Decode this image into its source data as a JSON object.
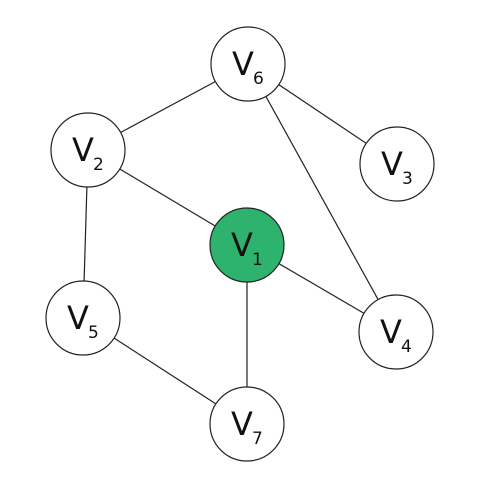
{
  "graph": {
    "highlight_color": "#2db36e",
    "nodes": [
      {
        "id": "v1",
        "letter": "V",
        "subscript": "1",
        "highlighted": true
      },
      {
        "id": "v2",
        "letter": "V",
        "subscript": "2",
        "highlighted": false
      },
      {
        "id": "v3",
        "letter": "V",
        "subscript": "3",
        "highlighted": false
      },
      {
        "id": "v4",
        "letter": "V",
        "subscript": "4",
        "highlighted": false
      },
      {
        "id": "v5",
        "letter": "V",
        "subscript": "5",
        "highlighted": false
      },
      {
        "id": "v6",
        "letter": "V",
        "subscript": "6",
        "highlighted": false
      },
      {
        "id": "v7",
        "letter": "V",
        "subscript": "7",
        "highlighted": false
      }
    ],
    "edges": [
      [
        "v6",
        "v2"
      ],
      [
        "v6",
        "v3"
      ],
      [
        "v6",
        "v4"
      ],
      [
        "v2",
        "v1"
      ],
      [
        "v2",
        "v5"
      ],
      [
        "v1",
        "v4"
      ],
      [
        "v1",
        "v7"
      ],
      [
        "v5",
        "v7"
      ]
    ]
  }
}
